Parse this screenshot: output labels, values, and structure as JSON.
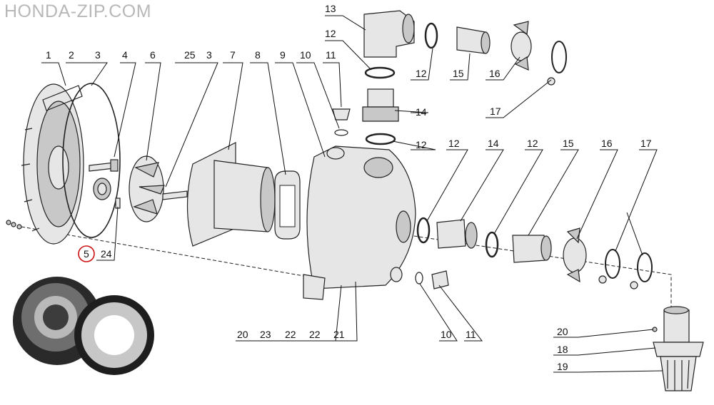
{
  "watermark": "HONDA-ZIP.COM",
  "highlight_color": "#cc1111",
  "callouts": {
    "c1": "1",
    "c2": "2",
    "c3a": "3",
    "c4": "4",
    "c6": "6",
    "c25": "25",
    "c3b": "3",
    "c7": "7",
    "c8": "8",
    "c9": "9",
    "c10a": "10",
    "c11a": "11",
    "c13": "13",
    "c12a": "12",
    "c12b": "12",
    "c15a": "15",
    "c16a": "16",
    "c17a": "17",
    "c14a": "14",
    "c12c": "12",
    "c12d": "12",
    "c14b": "14",
    "c12e": "12",
    "c15b": "15",
    "c16b": "16",
    "c17b": "17",
    "c5": "5",
    "c24": "24",
    "c20a": "20",
    "c23": "23",
    "c22a": "22",
    "c22b": "22",
    "c21": "21",
    "c10b": "10",
    "c11b": "11",
    "c20b": "20",
    "c18": "18",
    "c19": "19"
  },
  "highlighted_callout": "5"
}
